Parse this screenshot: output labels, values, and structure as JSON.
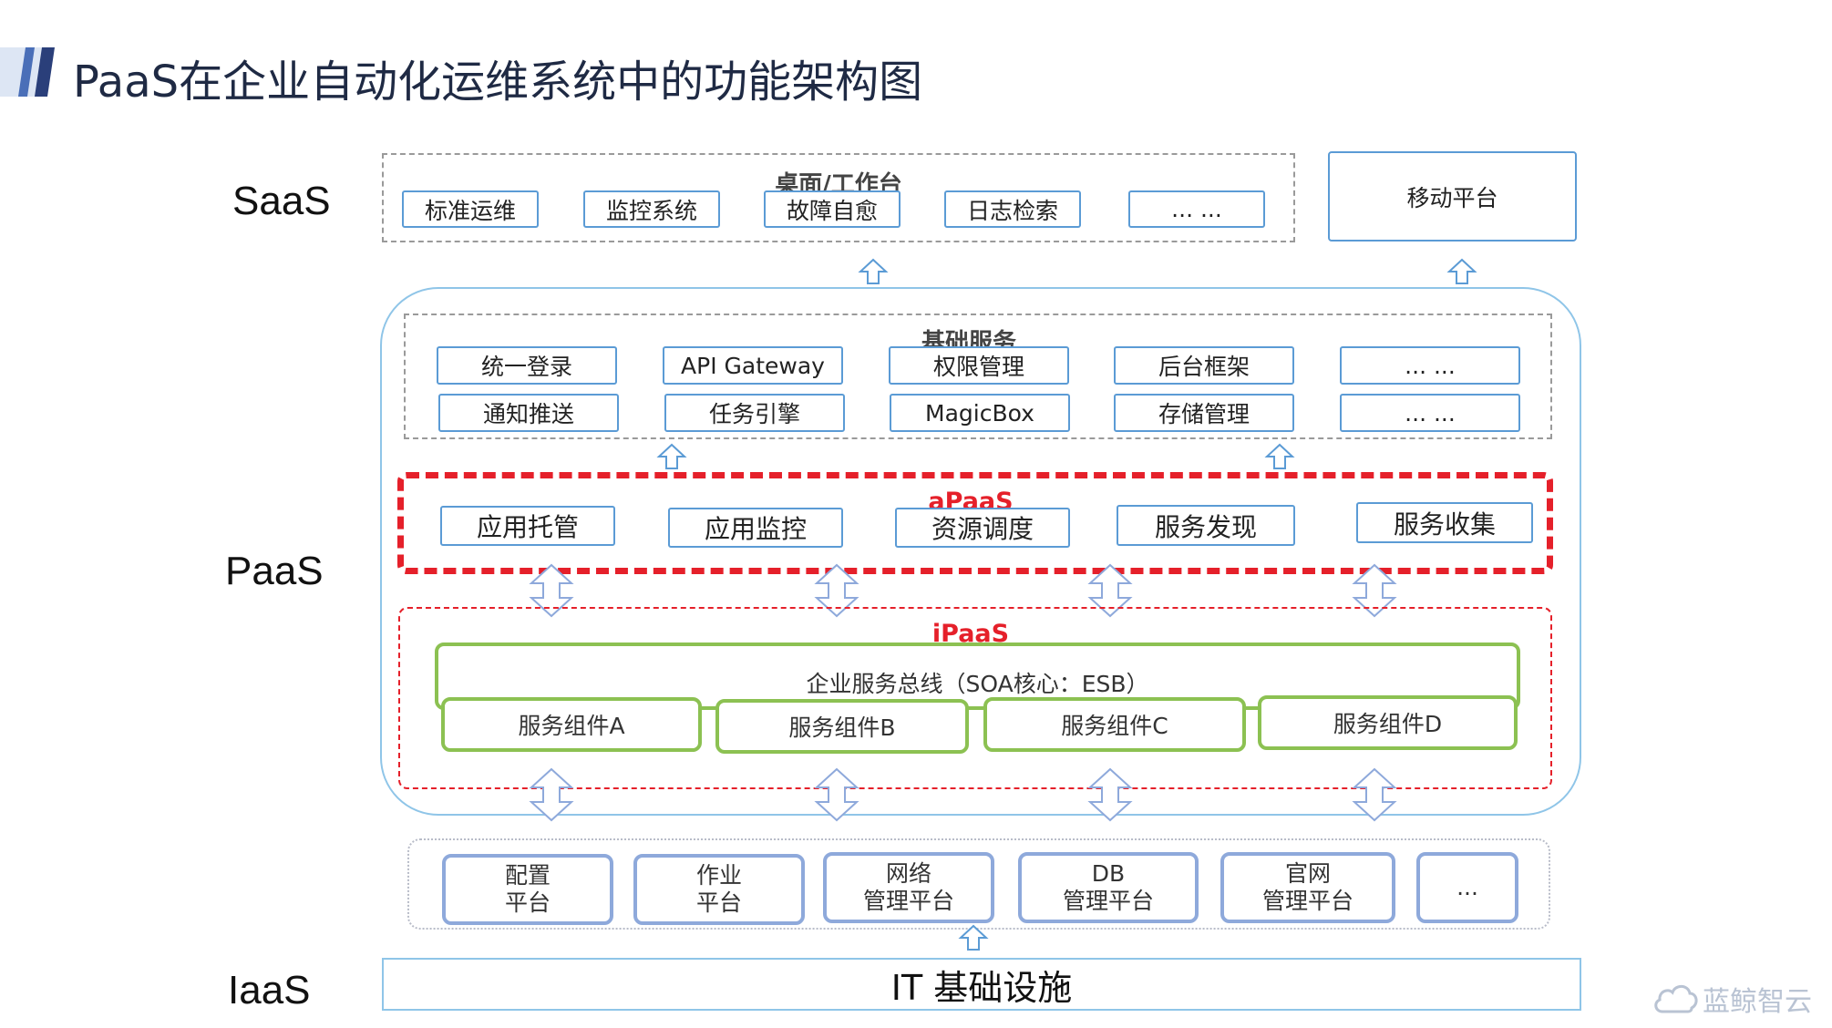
{
  "title": "PaaS在企业自动化运维系统中的功能架构图",
  "layers": {
    "saas": "SaaS",
    "paas": "PaaS",
    "iaas": "IaaS"
  },
  "desktop": {
    "title": "桌面/工作台",
    "items": [
      "标准运维",
      "监控系统",
      "故障自愈",
      "日志检索",
      "... ..."
    ]
  },
  "mobile": "移动平台",
  "basic_services": {
    "title": "基础服务",
    "row1": [
      "统一登录",
      "API Gateway",
      "权限管理",
      "后台框架",
      "... ..."
    ],
    "row2": [
      "通知推送",
      "任务引擎",
      "MagicBox",
      "存储管理",
      "... ..."
    ]
  },
  "apaas": {
    "title": "aPaaS",
    "items": [
      "应用托管",
      "应用监控",
      "资源调度",
      "服务发现",
      "服务收集"
    ]
  },
  "ipaas": {
    "title": "iPaaS",
    "esb": "企业服务总线（SOA核心：ESB）",
    "components": [
      "服务组件A",
      "服务组件B",
      "服务组件C",
      "服务组件D"
    ]
  },
  "iaas_platforms": [
    {
      "l1": "配置",
      "l2": "平台"
    },
    {
      "l1": "作业",
      "l2": "平台"
    },
    {
      "l1": "网络",
      "l2": "管理平台"
    },
    {
      "l1": "DB",
      "l2": "管理平台"
    },
    {
      "l1": "官网",
      "l2": "管理平台"
    },
    {
      "l1": "...",
      "l2": ""
    }
  ],
  "it_infra": "IT 基础设施",
  "brand": "蓝鲸智云",
  "colors": {
    "accent_blue": "#5b9bd5",
    "apaas_red": "#e5202a",
    "ipaas_green": "#8cc152",
    "title_bar": "#3a5ba8"
  }
}
